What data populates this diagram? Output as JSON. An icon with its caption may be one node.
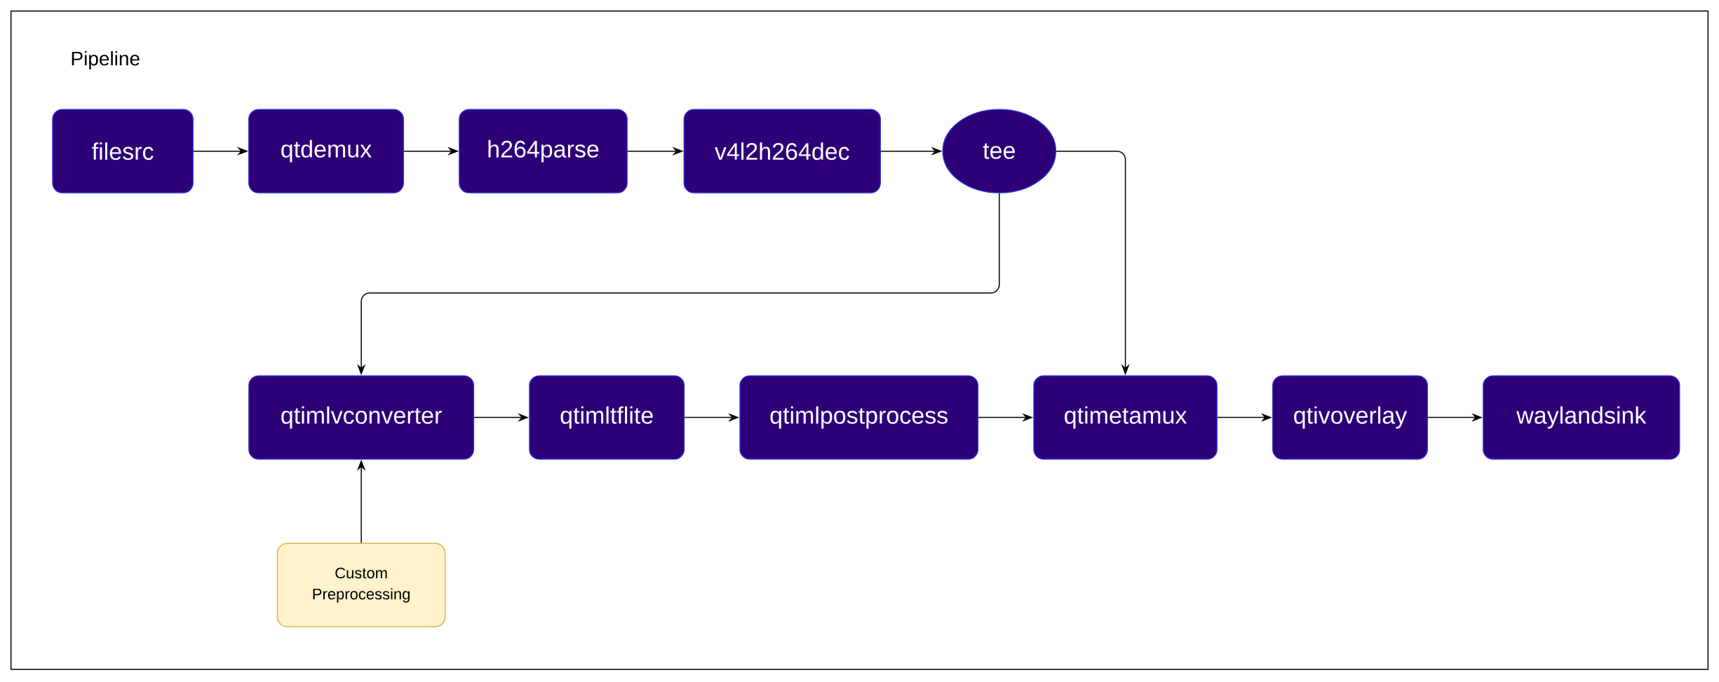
{
  "diagram": {
    "nodes": [
      {
        "text": [
          "Pipeline"
        ]
      },
      {
        "text": [
          "filesrc"
        ],
        "in": 0
      },
      {
        "text": [
          "qtdemux"
        ],
        "in": 0
      },
      {
        "text": [
          "h264parse"
        ],
        "in": 0
      },
      {
        "text": [
          "v4l2h264dec"
        ],
        "in": 0
      },
      {
        "text": [
          "tee"
        ],
        "in": 0
      },
      {
        "text": [
          "qtimlvconverter"
        ],
        "in": 0
      },
      {
        "text": [
          "qtimltflite"
        ],
        "in": 0
      },
      {
        "text": [
          "qtimlpostprocess"
        ],
        "in": 0
      },
      {
        "text": [
          "qtimetamux"
        ],
        "in": 0
      },
      {
        "text": [
          "qtivoverlay"
        ],
        "in": 0
      },
      {
        "text": [
          "waylandsink"
        ],
        "in": 0
      },
      {
        "text": [
          "Custom Preprocessing"
        ],
        "in": 0
      }
    ],
    "edges": [
      {
        "from": 1,
        "to": 2,
        "arrow": "to"
      },
      {
        "from": 2,
        "to": 3,
        "arrow": "to"
      },
      {
        "from": 3,
        "to": 4,
        "arrow": "to"
      },
      {
        "from": 4,
        "to": 5,
        "arrow": "to"
      },
      {
        "from": 5,
        "to": 6,
        "arrow": "to"
      },
      {
        "from": 5,
        "to": 9,
        "arrow": "to"
      },
      {
        "from": 6,
        "to": 7,
        "arrow": "to"
      },
      {
        "from": 7,
        "to": 8,
        "arrow": "to"
      },
      {
        "from": 8,
        "to": 9,
        "arrow": "to"
      },
      {
        "from": 9,
        "to": 10,
        "arrow": "to"
      },
      {
        "from": 10,
        "to": 11,
        "arrow": "to"
      },
      {
        "from": 12,
        "to": 6,
        "arrow": "to"
      }
    ]
  }
}
